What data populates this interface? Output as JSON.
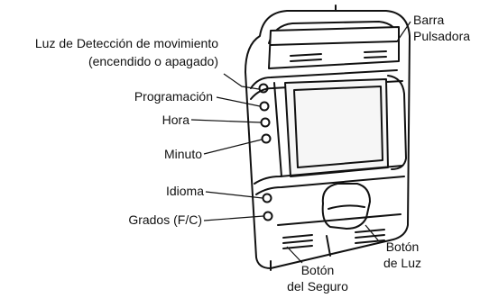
{
  "labels": {
    "motion_light_line1": "Luz de Detección de movimiento",
    "motion_light_line2": "(encendido o apagado)",
    "programming": "Programación",
    "hour": "Hora",
    "minute": "Minuto",
    "language": "Idioma",
    "degrees": "Grados (F/C)",
    "bar_line1": "Barra",
    "bar_line2": "Pulsadora",
    "light_button_line1": "Botón",
    "light_button_line2": "de Luz",
    "lock_button_line1": "Botón",
    "lock_button_line2": "del Seguro"
  }
}
